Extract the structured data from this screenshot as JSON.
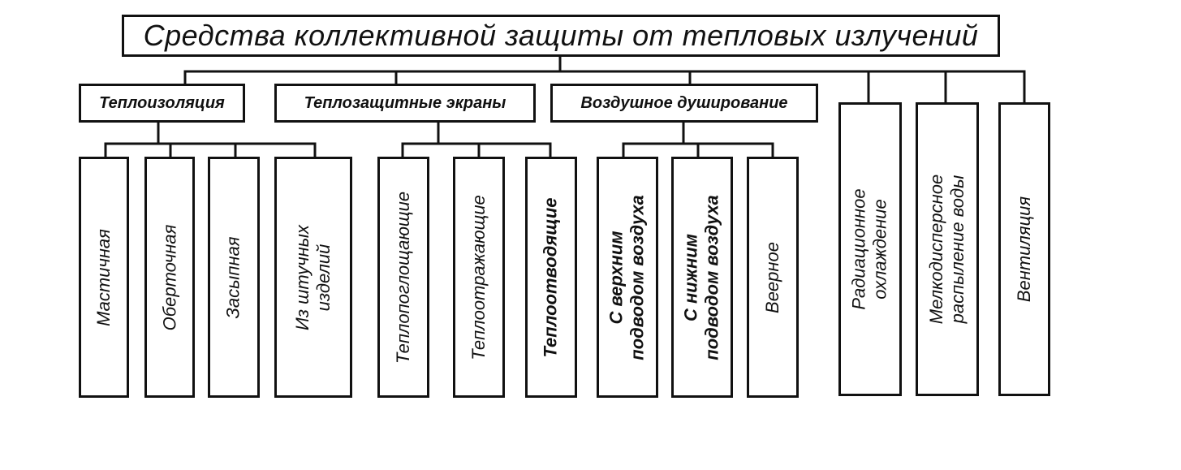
{
  "root": {
    "title": "Средства коллективной защиты от тепловых излучений"
  },
  "categories": [
    {
      "label": "Теплоизоляция",
      "children": [
        "Мастичная",
        "Оберточная",
        "Засыпная",
        "Из штучных\nизделий"
      ]
    },
    {
      "label": "Теплозащитные экраны",
      "children": [
        "Теплопоглощающие",
        "Теплоотражающие",
        "Теплоотводящие"
      ]
    },
    {
      "label": "Воздушное душирование",
      "children": [
        "С верхним\nподводом воздуха",
        "С нижним\nподводом воздуха",
        "Веерное"
      ]
    }
  ],
  "standalone": [
    "Радиационное\nохлаждение",
    "Мелкодисперсное\nраспыление воды",
    "Вентиляция"
  ]
}
